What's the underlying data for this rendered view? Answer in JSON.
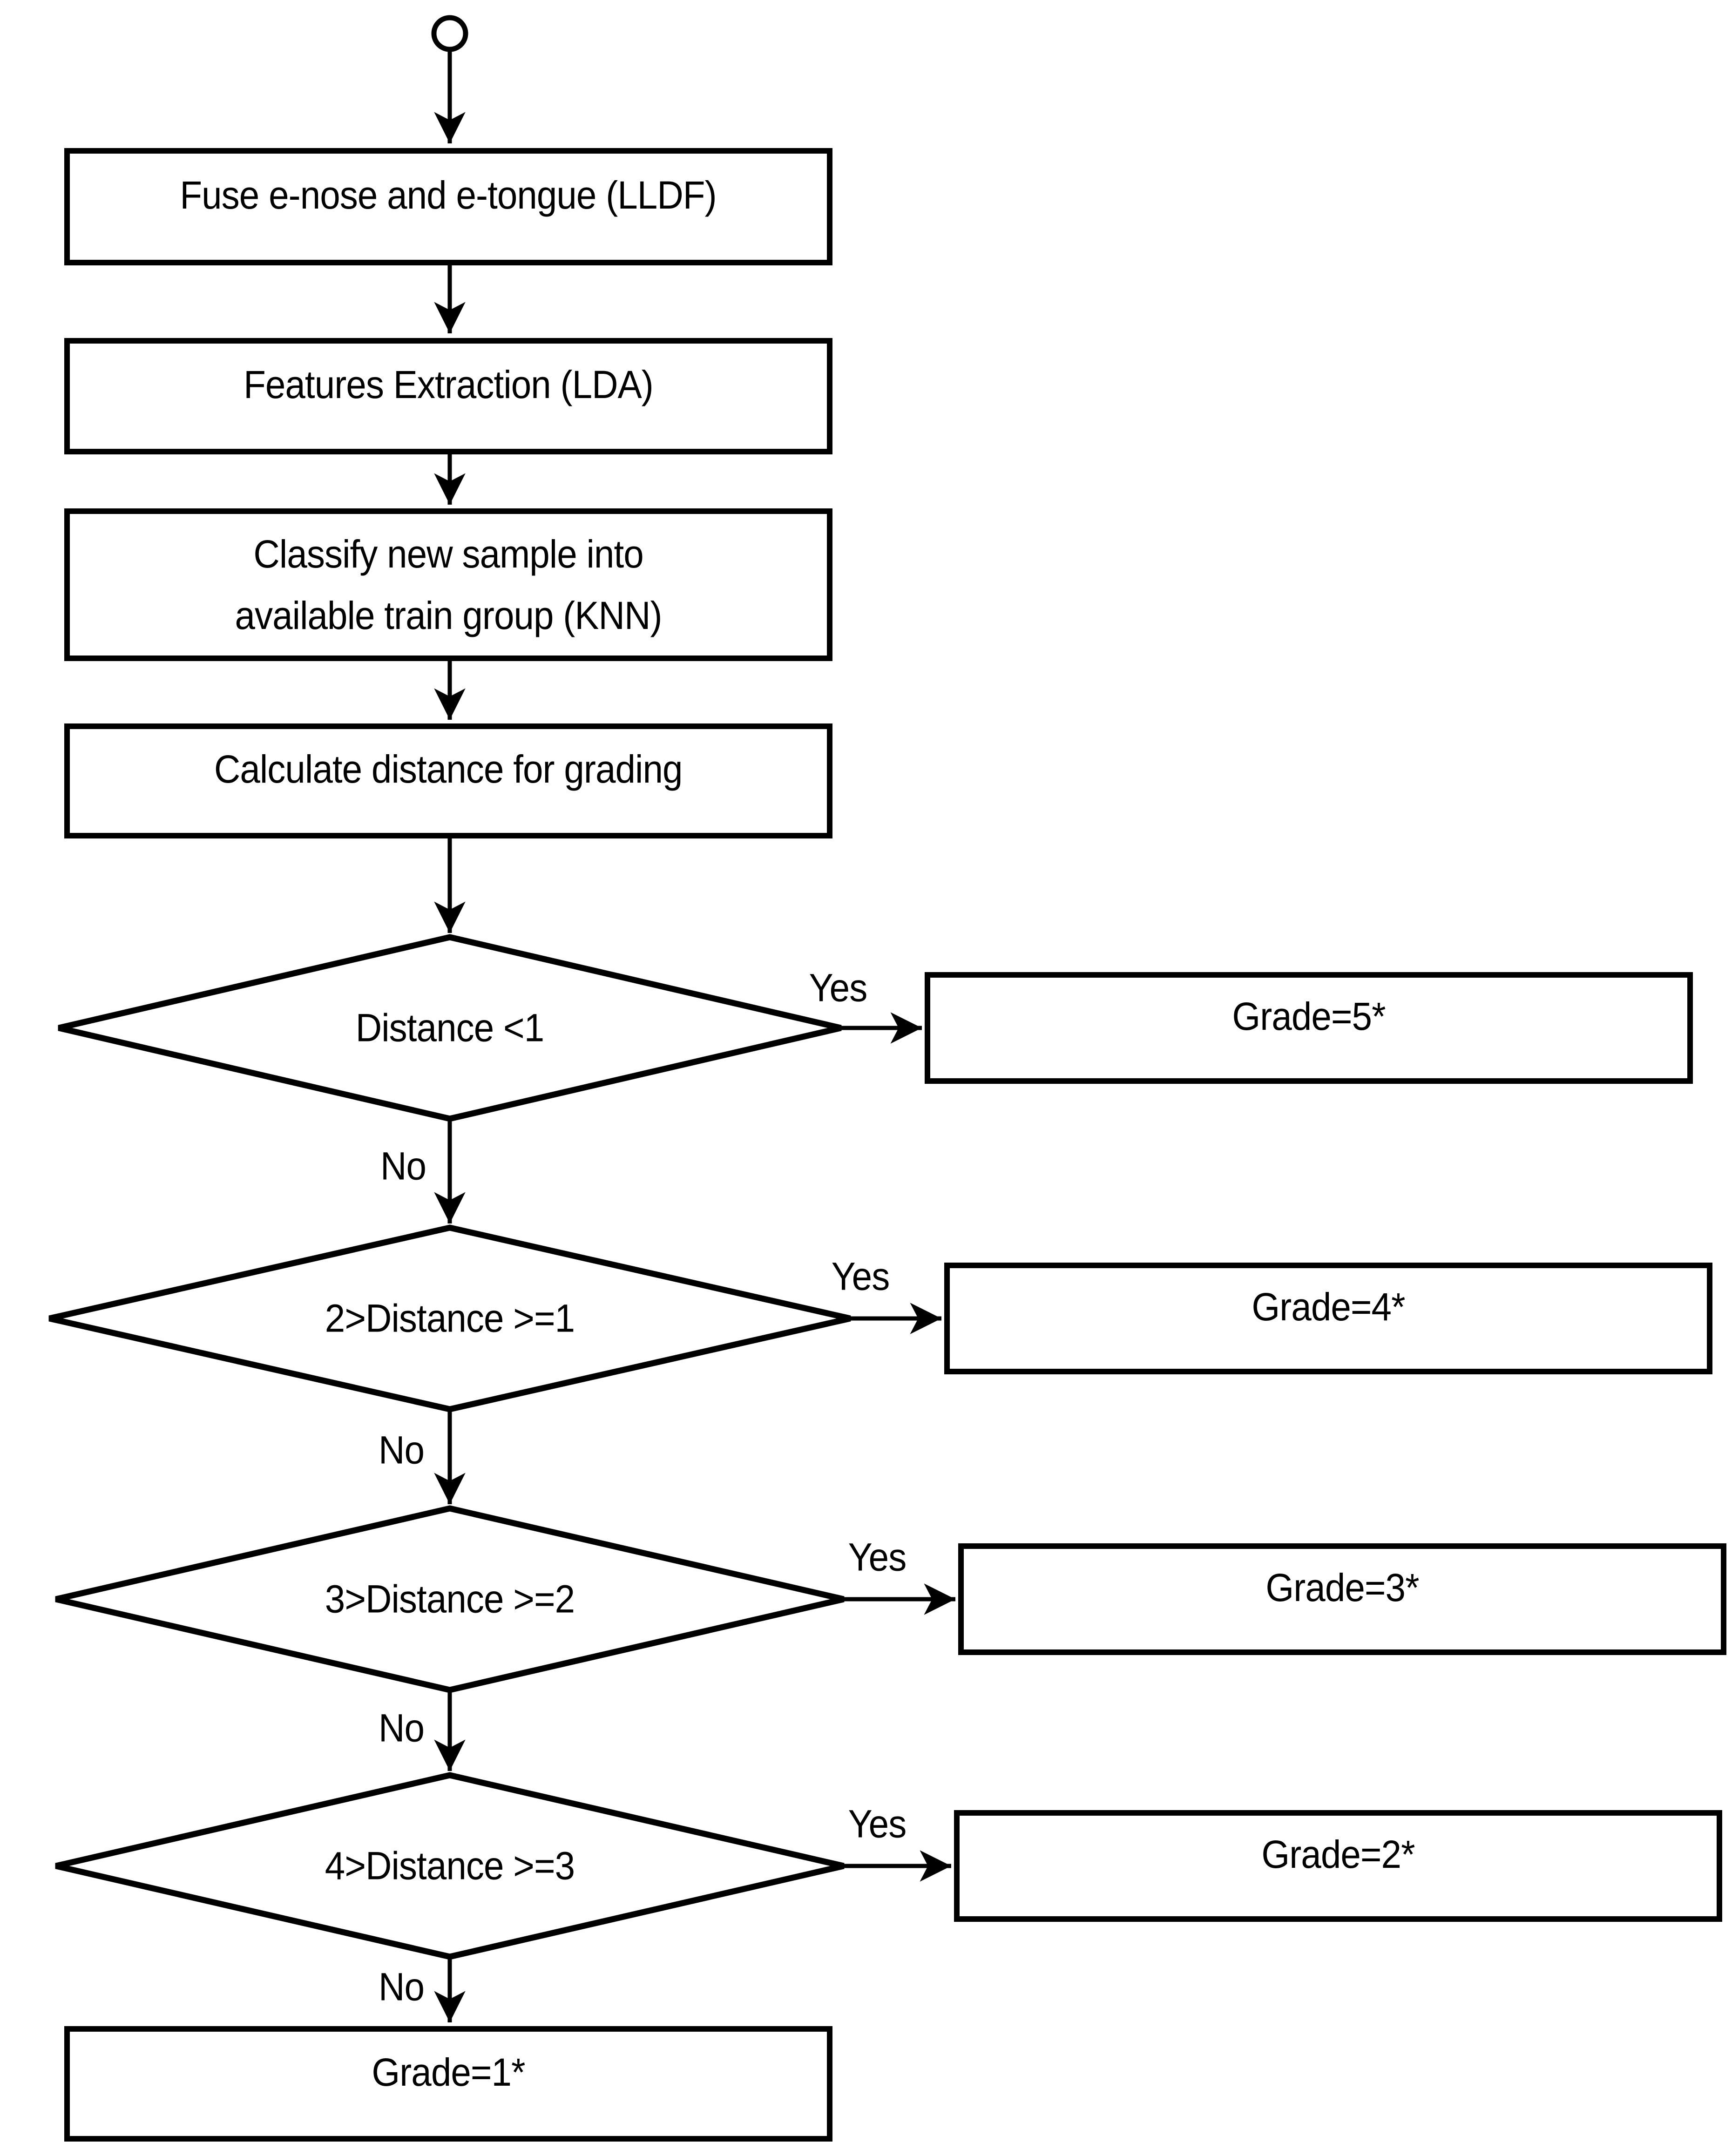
{
  "diagram": {
    "colors": {
      "stroke": "#000000",
      "fill": "#ffffff"
    },
    "boxes": [
      {
        "label": "Fuse e-nose and e-tongue (LLDF)"
      },
      {
        "label": "Features Extraction (LDA)"
      },
      {
        "lines": [
          "Classify new sample into",
          "available train group (KNN)"
        ]
      },
      {
        "label": "Calculate distance for grading"
      }
    ],
    "decisions": [
      {
        "condition": "Distance <1",
        "yes": "Yes",
        "no": "No",
        "result": "Grade=5*"
      },
      {
        "condition": "2>Distance >=1",
        "yes": "Yes",
        "no": "No",
        "result": "Grade=4*"
      },
      {
        "condition": "3>Distance >=2",
        "yes": "Yes",
        "no": "No",
        "result": "Grade=3*"
      },
      {
        "condition": "4>Distance >=3",
        "yes": "Yes",
        "no": "No",
        "result": "Grade=2*"
      }
    ],
    "final": {
      "label": "Grade=1*"
    }
  }
}
